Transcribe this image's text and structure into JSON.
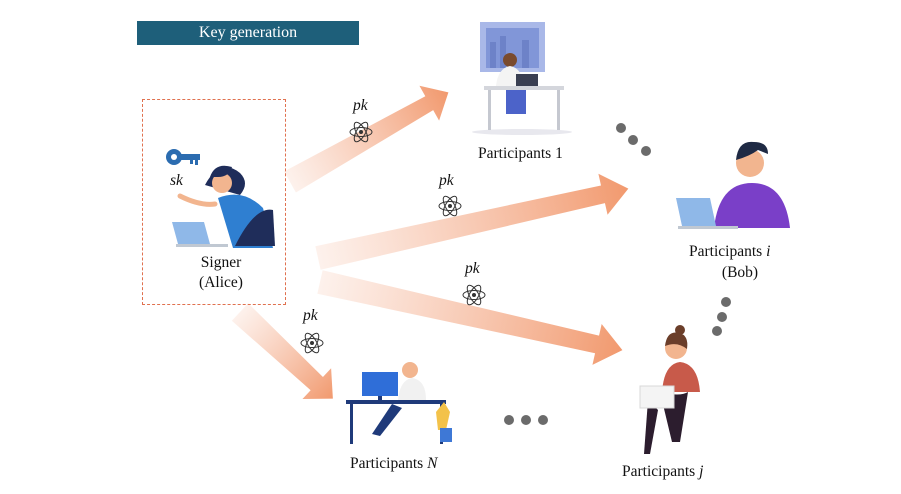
{
  "header": {
    "title": "Key generation"
  },
  "signer": {
    "name": "Signer",
    "alias": "(Alice)",
    "key_label": "sk"
  },
  "edges": {
    "p1": "pk",
    "pi": "pk",
    "pj": "pk",
    "pn": "pk"
  },
  "participants": {
    "p1": {
      "prefix": "Participants",
      "index": "1"
    },
    "pi": {
      "prefix": "Participants",
      "index": "i",
      "alias": "(Bob)"
    },
    "pj": {
      "prefix": "Participants",
      "index": "j"
    },
    "pn": {
      "prefix": "Participants",
      "index": "N"
    }
  },
  "colors": {
    "title_bg": "#1e5f7a",
    "arrow": "#f3a582",
    "dashed_border": "#e0714f",
    "key": "#2b6cb0"
  },
  "icons": [
    "key-icon",
    "atom-icon",
    "laptop-icon",
    "monitor-icon"
  ]
}
